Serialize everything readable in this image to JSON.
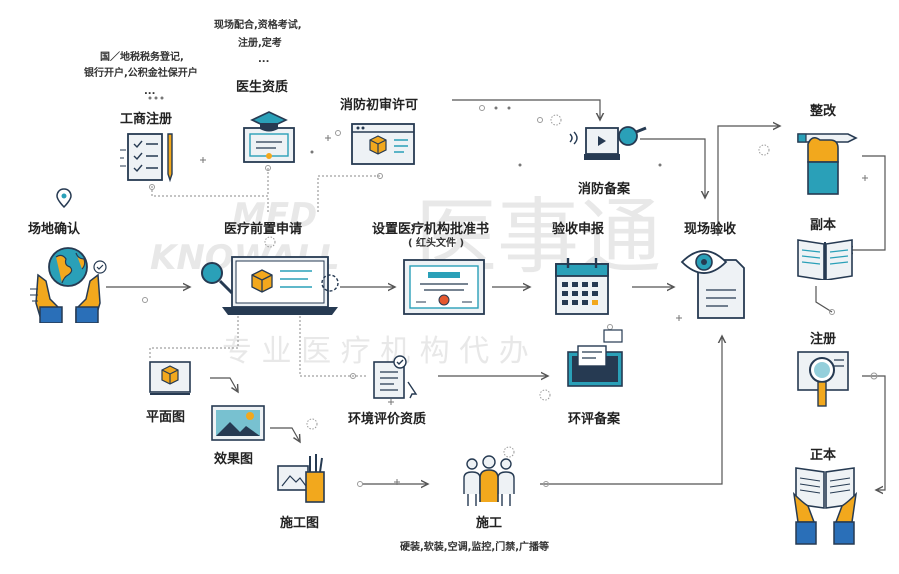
{
  "labels": {
    "site_confirm": "场地确认",
    "business_reg": "工商注册",
    "doctor_qual": "医生资质",
    "fire_initial": "消防初审许可",
    "fire_record": "消防备案",
    "rectify": "整改",
    "pre_apply": "医疗前置申请",
    "approval_doc": "设置医疗机构批准书",
    "approval_sub": "( 红头文件 )",
    "accept_report": "验收申报",
    "onsite_accept": "现场验收",
    "copy_book": "副本",
    "register": "注册",
    "original_book": "正本",
    "floor_plan": "平面图",
    "effect_pic": "效果图",
    "construction_plan": "施工图",
    "env_qual": "环境评价资质",
    "env_record": "环评备案",
    "construction": "施工"
  },
  "notes": {
    "business_reg_detail_1": "国／地税税务登记,",
    "business_reg_detail_2": "银行开户,公积金社保开户",
    "business_reg_more": "...",
    "doctor_qual_detail_1": "现场配合,资格考试,",
    "doctor_qual_detail_2": "注册,定考",
    "doctor_qual_more": "...",
    "construction_detail": "硬装,软装,空调,监控,门禁,广播等"
  },
  "watermark": {
    "brand_1": "MED",
    "brand_2": "KNOWALL",
    "cn_name": "医事通",
    "slogan": "专 业 医 疗 机 构 代 办"
  },
  "colors": {
    "navy": "#263a52",
    "teal": "#2aa0b8",
    "orange": "#f2a81d",
    "light_gray": "#eef2f5",
    "line": "#555555"
  },
  "icons": [
    "globe-hands-icon",
    "document-pen-icon",
    "graduation-certificate-icon",
    "browser-box-icon",
    "projector-magnifier-icon",
    "hand-pencil-icon",
    "laptop-magnifier-icon",
    "certificate-icon",
    "calendar-icon",
    "eye-document-icon",
    "open-book-icon",
    "magnifier-document-icon",
    "hands-book-icon",
    "floor-plan-icon",
    "image-frame-icon",
    "blueprint-tools-icon",
    "document-check-icon",
    "monitor-chat-icon",
    "workers-group-icon",
    "location-pin-icon"
  ]
}
